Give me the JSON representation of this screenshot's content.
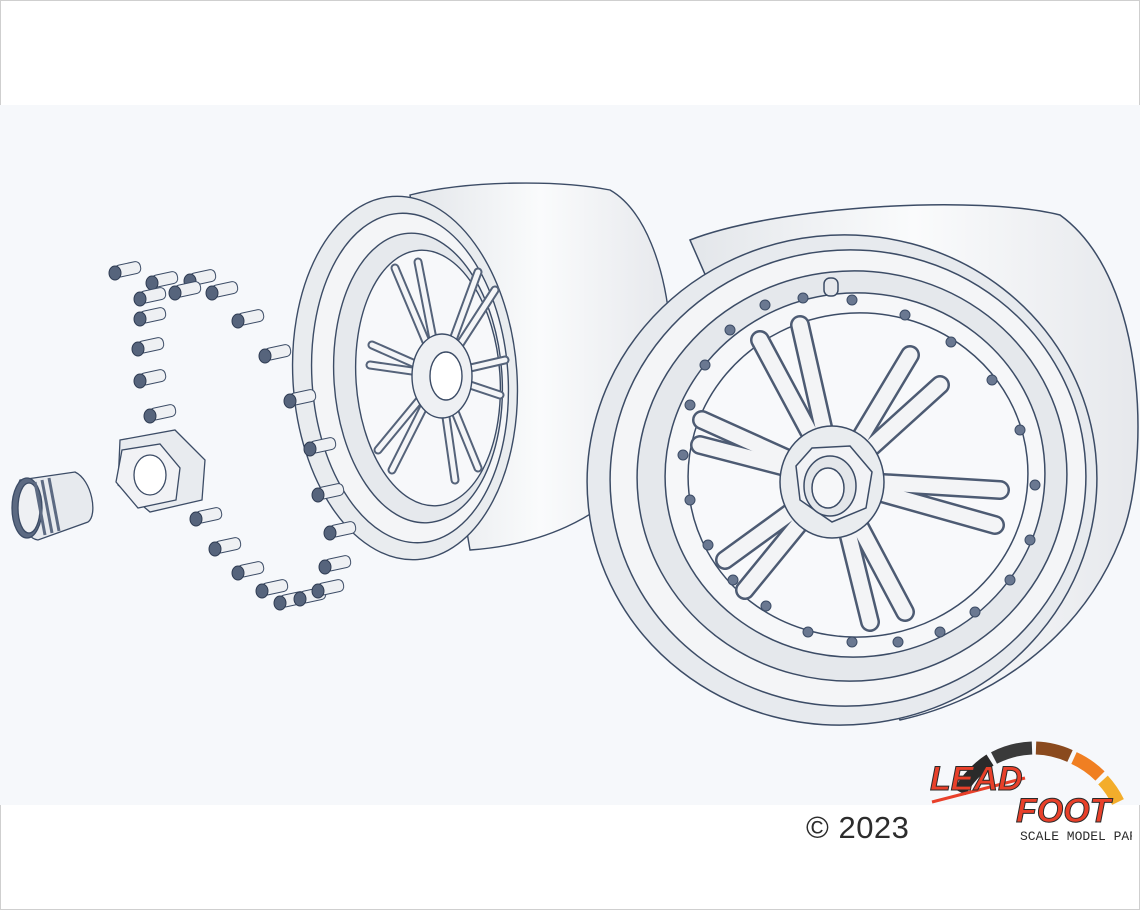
{
  "copyright": "© 2023",
  "logo": {
    "word1": "LEAD",
    "word2": "FOOT",
    "tagline": "SCALE MODEL PARTS",
    "colors": {
      "red": "#e8402a",
      "orange": "#f07f22",
      "gold": "#f3ad2b",
      "dark": "#2a2a2a"
    }
  },
  "render": {
    "background": "#f6f8fb",
    "part_fill": "#eceef1",
    "part_stroke": "#3c4c66"
  }
}
